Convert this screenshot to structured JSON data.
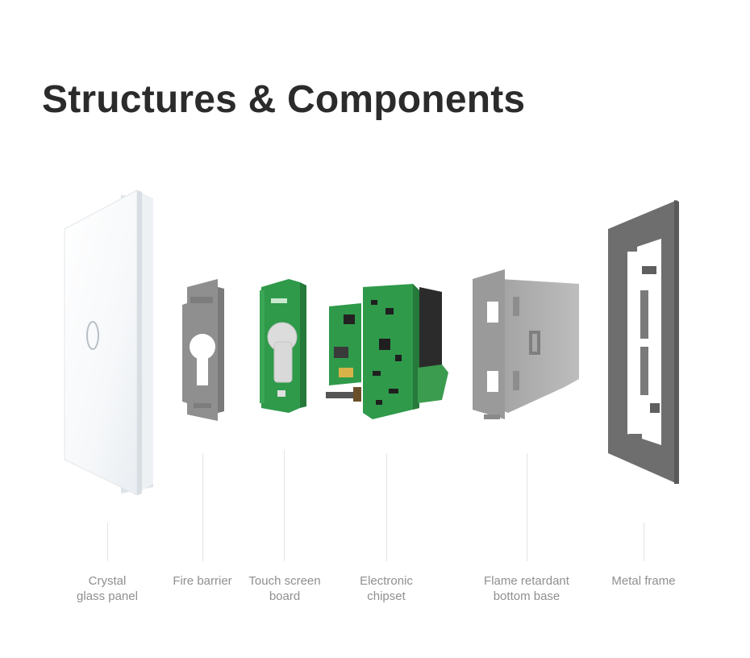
{
  "title": "Structures & Components",
  "components": [
    {
      "id": "crystal-glass-panel",
      "lines": [
        "Crystal",
        "glass panel"
      ]
    },
    {
      "id": "fire-barrier",
      "lines": [
        "Fire barrier"
      ]
    },
    {
      "id": "touch-screen-board",
      "lines": [
        "Touch screen",
        "board"
      ]
    },
    {
      "id": "electronic-chipset",
      "lines": [
        "Electronic",
        "chipset"
      ]
    },
    {
      "id": "flame-retardant-bottom-base",
      "lines": [
        "Flame retardant",
        "bottom base"
      ]
    },
    {
      "id": "metal-frame",
      "lines": [
        "Metal frame"
      ]
    }
  ],
  "colors": {
    "title": "#2b2b2b",
    "label": "#8f8f8f",
    "pcb_green": "#2f9a4a",
    "plastic_gray": "#8c8c8c",
    "metal_gray": "#6c6c6c"
  }
}
